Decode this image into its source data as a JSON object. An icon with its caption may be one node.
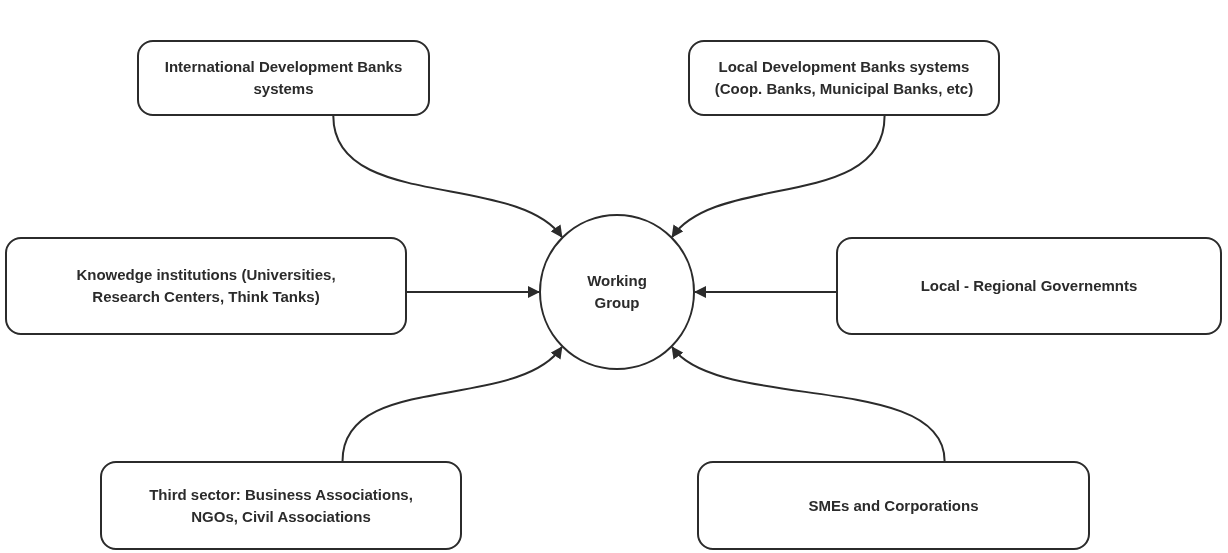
{
  "diagram": {
    "nodes": [
      {
        "text": [
          "International Development Banks systems"
        ]
      },
      {
        "text": [
          "Local Development Banks systems (Coop. Banks, Municipal Banks, etc)"
        ]
      },
      {
        "text": [
          "Knowedge institutions (Universities, Research Centers, Think Tanks)"
        ]
      },
      {
        "text": [
          "Working Group"
        ]
      },
      {
        "text": [
          "Local - Regional Governemnts"
        ]
      },
      {
        "text": [
          "Third sector: Business Associations, NGOs, Civil Associations"
        ]
      },
      {
        "text": [
          "SMEs and Corporations"
        ]
      }
    ],
    "edges": [
      {
        "from": 0,
        "to": 3,
        "arrow": "to"
      },
      {
        "from": 1,
        "to": 3,
        "arrow": "to"
      },
      {
        "from": 2,
        "to": 3,
        "arrow": "to"
      },
      {
        "from": 4,
        "to": 3,
        "arrow": "to"
      },
      {
        "from": 5,
        "to": 3,
        "arrow": "to"
      },
      {
        "from": 6,
        "to": 3,
        "arrow": "to"
      }
    ]
  }
}
